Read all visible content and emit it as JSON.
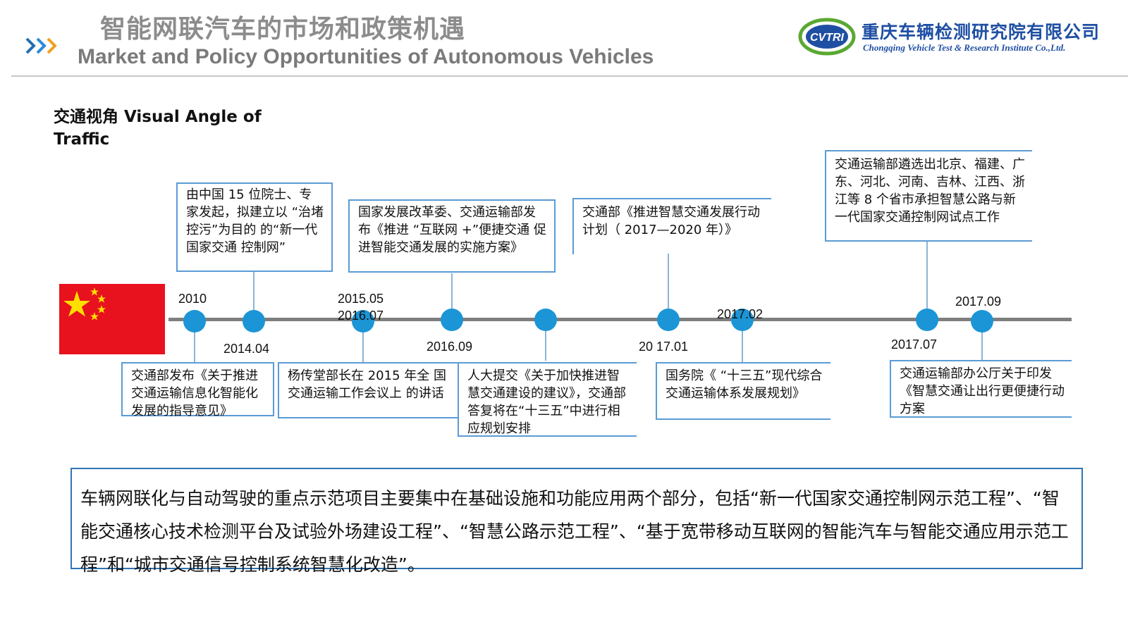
{
  "header": {
    "title_cn": "智能网联汽车的市场和政策机遇",
    "title_en": "Market and Policy Opportunities of Autonomous Vehicles",
    "arrow_icon": "triple-chevron-right-icon"
  },
  "logo": {
    "mark_text": "CVTRI",
    "name_cn": "重庆车辆检测研究院有限公司",
    "name_en": "Chongqing Vehicle Test & Research Institute Co.,Ltd.",
    "colors": {
      "blue": "#1f4fa3",
      "green": "#5aa832"
    }
  },
  "section_title": "交通视角  Visual Angle of Traffic",
  "flag_icon": "china-flag-icon",
  "timeline": {
    "dates": {
      "d2010": "2010",
      "d201404": "2014.04",
      "d2015": "2015.05",
      "d2016": "2016.07",
      "d201609": "2016.09",
      "d201701": "20 17.01",
      "d201702": "2017.02",
      "d201707": "2017.07",
      "d201709": "2017.09"
    },
    "events": {
      "e2010": "交通部发布《关于推进交通运输信息化智能化发展的指导意见》",
      "e2014": "由中国 15 位院士、专 家发起，拟建立以 “治堵控污”为目的 的“新一代国家交通 控制网”",
      "e2015": "杨传堂部长在 2015 年全 国交通运输工作会议上 的讲话",
      "e2016a": "国家发展改革委、交通运输部发布《推进 “互联网 +”便捷交通 促进智能交通发展的实施方案》",
      "e2016b": "人大提交《关于加快推进智慧交通建设的建议》，交通部答复将在“十三五”中进行相应规划安排",
      "e2017a": "交通部《推进智慧交通发展行动计划（ 2017—2020 年）》",
      "e2017b": "国务院《 “十三五”现代综合交通运输体系发展规划》",
      "e2017c": "交通运输部遴选出北京、福建、广东、河北、河南、吉林、江西、浙江等 8 个省市承担智慧公路与新一代国家交通控制网试点工作",
      "e2017d": "交通运输部办公厅关于印发《智慧交通让出行更便捷行动方案"
    },
    "colors": {
      "dot": "#1b95d6",
      "axis": "#7f7f7f",
      "frame": "#5b9bd5"
    }
  },
  "summary": "车辆网联化与自动驾驶的重点示范项目主要集中在基础设施和功能应用两个部分，包括“新一代国家交通控制网示范工程”、“智能交通核心技术检测平台及试验外场建设工程”、“智慧公路示范工程”、“基于宽带移动互联网的智能汽车与智能交通应用示范工程”和“城市交通信号控制系统智慧化改造”。"
}
